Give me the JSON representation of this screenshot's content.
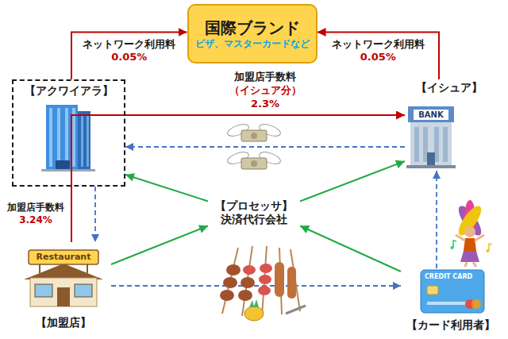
{
  "diagram": {
    "nodes": [
      {
        "text": [
          "国際ブランド",
          "ビザ、マスターカードなど"
        ]
      },
      {
        "text": [
          "【アクワイアラ】"
        ]
      },
      {
        "text": [
          "【イシュア】"
        ]
      },
      {
        "text": [
          "【プロセッサ】 決済代行会社"
        ]
      },
      {
        "text": [
          "【加盟店】"
        ]
      },
      {
        "text": [
          "【カード利用者】"
        ]
      }
    ],
    "edges": [
      {
        "from": 1,
        "to": 0,
        "label": "ネットワーク利用料 0.05%",
        "arrow": "to"
      },
      {
        "from": 2,
        "to": 0,
        "label": "ネットワーク利用料 0.05%",
        "arrow": "to"
      },
      {
        "from": 4,
        "to": 1,
        "label": "加盟店手数料 3.24%",
        "arrow": "none"
      },
      {
        "from": 1,
        "to": 2,
        "label": "加盟店手数料（イシュア分） 2.3%",
        "arrow": "to"
      },
      {
        "from": 2,
        "to": 1,
        "arrow": "to"
      },
      {
        "from": 1,
        "to": 4,
        "arrow": "to"
      },
      {
        "from": 4,
        "to": 5,
        "arrow": "to"
      },
      {
        "from": 5,
        "to": 2,
        "arrow": "to"
      },
      {
        "from": 3,
        "to": 1,
        "arrow": "to"
      },
      {
        "from": 3,
        "to": 2,
        "arrow": "to"
      },
      {
        "from": 4,
        "to": 3,
        "arrow": "to"
      },
      {
        "from": 5,
        "to": 3,
        "arrow": "to"
      }
    ],
    "labels": [
      "BANK",
      "Restaurant",
      "CREDIT CARD"
    ]
  }
}
